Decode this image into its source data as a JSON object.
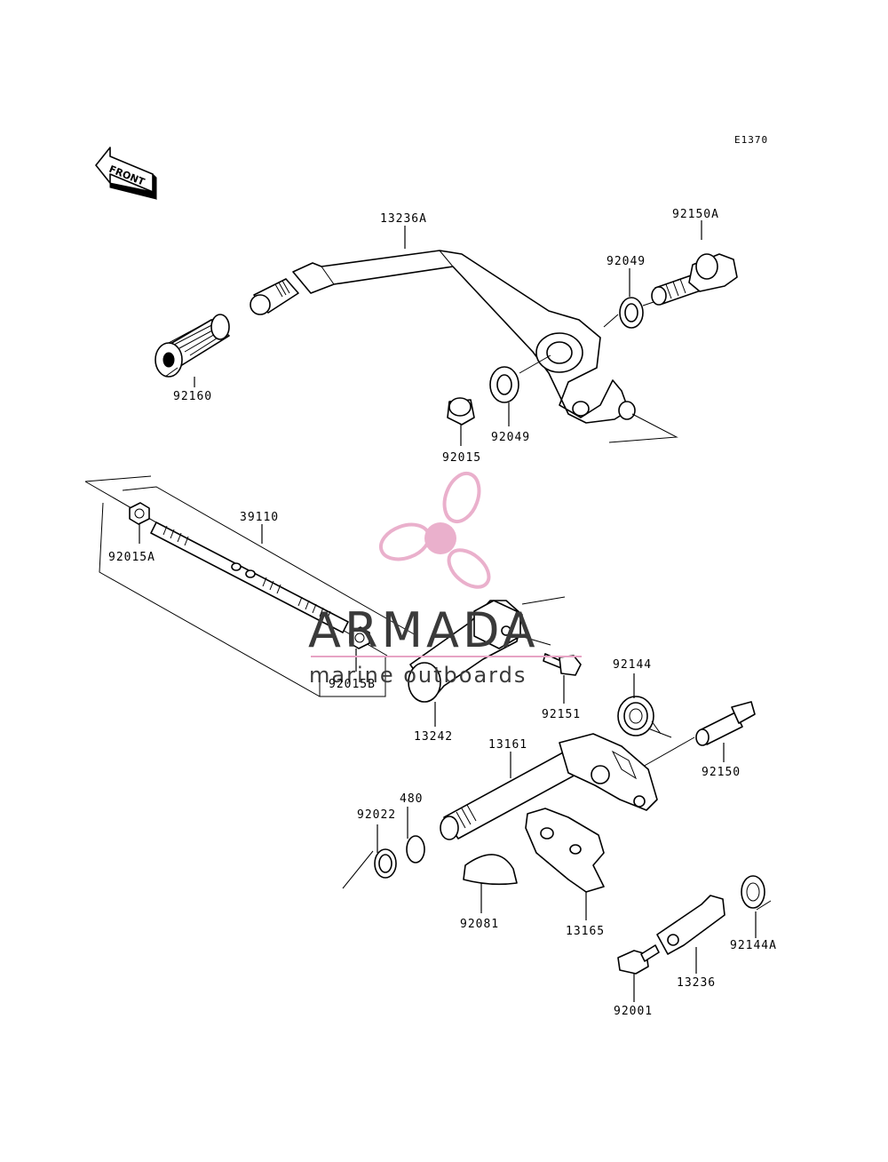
{
  "diagram": {
    "ref_code": "E1370",
    "front_label": "FRONT",
    "parts": {
      "p13236A": "13236A",
      "p92150A": "92150A",
      "p92049a": "92049",
      "p92049b": "92049",
      "p92160": "92160",
      "p92015": "92015",
      "p39110": "39110",
      "p92015A": "92015A",
      "p92015B": "92015B",
      "p13242": "13242",
      "p92151": "92151",
      "p92144": "92144",
      "p13161": "13161",
      "p92150": "92150",
      "p480": "480",
      "p92022": "92022",
      "p92081": "92081",
      "p13165": "13165",
      "p92144A": "92144A",
      "p13236": "13236",
      "p92001": "92001"
    }
  },
  "watermark": {
    "title": "ARMADA",
    "subtitle": "marine outboards",
    "color": "#e7a3c4"
  }
}
